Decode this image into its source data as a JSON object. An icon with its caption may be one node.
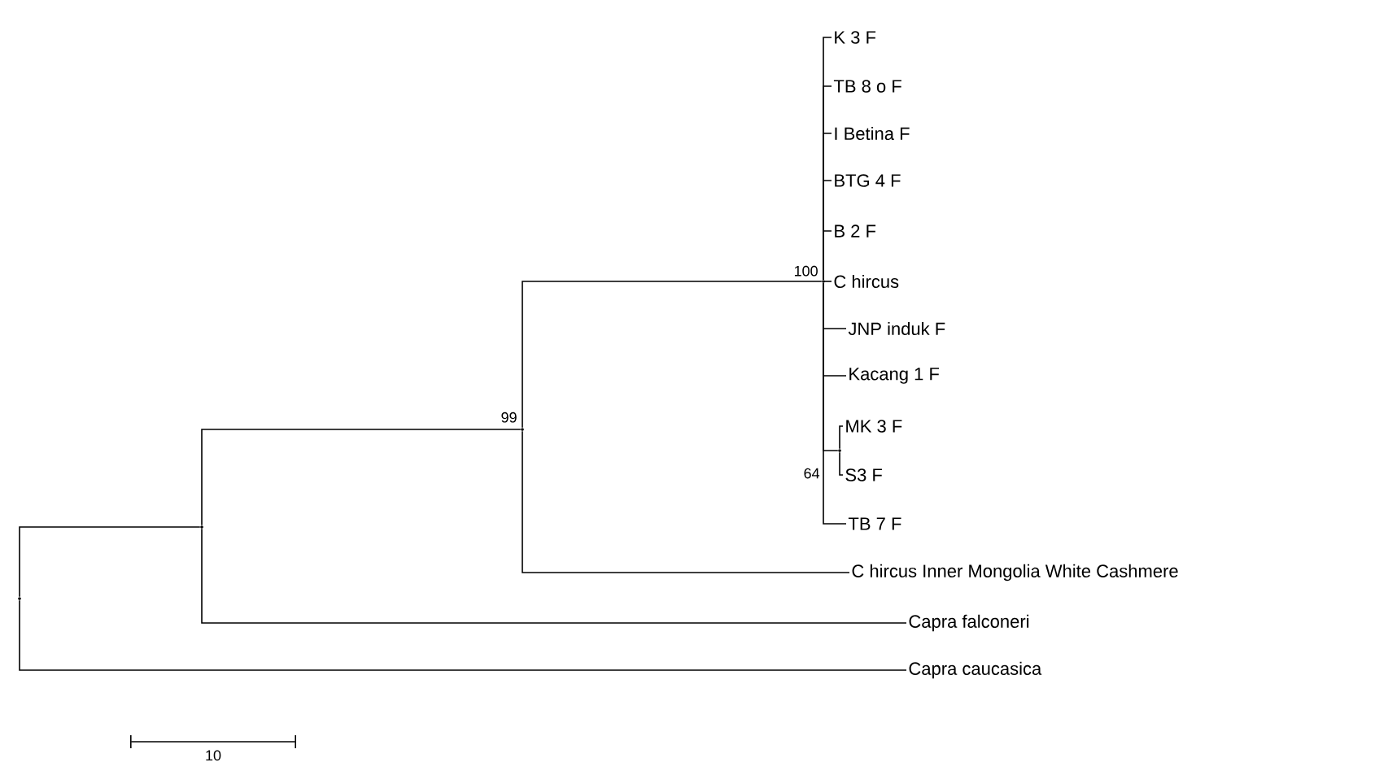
{
  "diagram": {
    "nodes": [
      {
        "text": [
          "K 3 F"
        ]
      },
      {
        "text": [
          "TB 8 o F"
        ]
      },
      {
        "text": [
          "I Betina F"
        ]
      },
      {
        "text": [
          "BTG 4 F"
        ]
      },
      {
        "text": [
          "B 2 F"
        ]
      },
      {
        "text": [
          "C hircus"
        ]
      },
      {
        "text": [
          "JNP induk F"
        ]
      },
      {
        "text": [
          "Kacang 1 F"
        ]
      },
      {
        "text": [
          "MK 3 F"
        ]
      },
      {
        "text": [
          "S3 F"
        ]
      },
      {
        "text": [
          "TB 7 F"
        ]
      },
      {
        "text": [
          "C hircus Inner Mongolia White Cashmere"
        ]
      },
      {
        "text": [
          "Capra falconeri"
        ]
      },
      {
        "text": [
          "Capra caucasica"
        ]
      },
      {
        "text": [],
        "shape": "point"
      },
      {
        "text": [],
        "shape": "point"
      },
      {
        "text": [],
        "shape": "point",
        "beside": [
          "99"
        ]
      },
      {
        "text": [],
        "shape": "point",
        "beside": [
          "100"
        ]
      },
      {
        "text": [],
        "shape": "point",
        "beside": [
          "64"
        ]
      }
    ],
    "edges": [
      {
        "from": 14,
        "to": 15,
        "arrow": "none"
      },
      {
        "from": 14,
        "to": 13,
        "arrow": "none"
      },
      {
        "from": 15,
        "to": 16,
        "arrow": "none"
      },
      {
        "from": 15,
        "to": 12,
        "arrow": "none"
      },
      {
        "from": 16,
        "to": 17,
        "arrow": "none"
      },
      {
        "from": 16,
        "to": 11,
        "arrow": "none"
      },
      {
        "from": 17,
        "to": 0,
        "arrow": "none"
      },
      {
        "from": 17,
        "to": 1,
        "arrow": "none"
      },
      {
        "from": 17,
        "to": 2,
        "arrow": "none"
      },
      {
        "from": 17,
        "to": 3,
        "arrow": "none"
      },
      {
        "from": 17,
        "to": 4,
        "arrow": "none"
      },
      {
        "from": 17,
        "to": 5,
        "arrow": "none"
      },
      {
        "from": 17,
        "to": 6,
        "arrow": "none"
      },
      {
        "from": 17,
        "to": 7,
        "arrow": "none"
      },
      {
        "from": 17,
        "to": 18,
        "arrow": "none"
      },
      {
        "from": 17,
        "to": 10,
        "arrow": "none"
      },
      {
        "from": 18,
        "to": 8,
        "arrow": "none"
      },
      {
        "from": 18,
        "to": 9,
        "arrow": "none"
      }
    ],
    "labels": [
      "10"
    ]
  }
}
